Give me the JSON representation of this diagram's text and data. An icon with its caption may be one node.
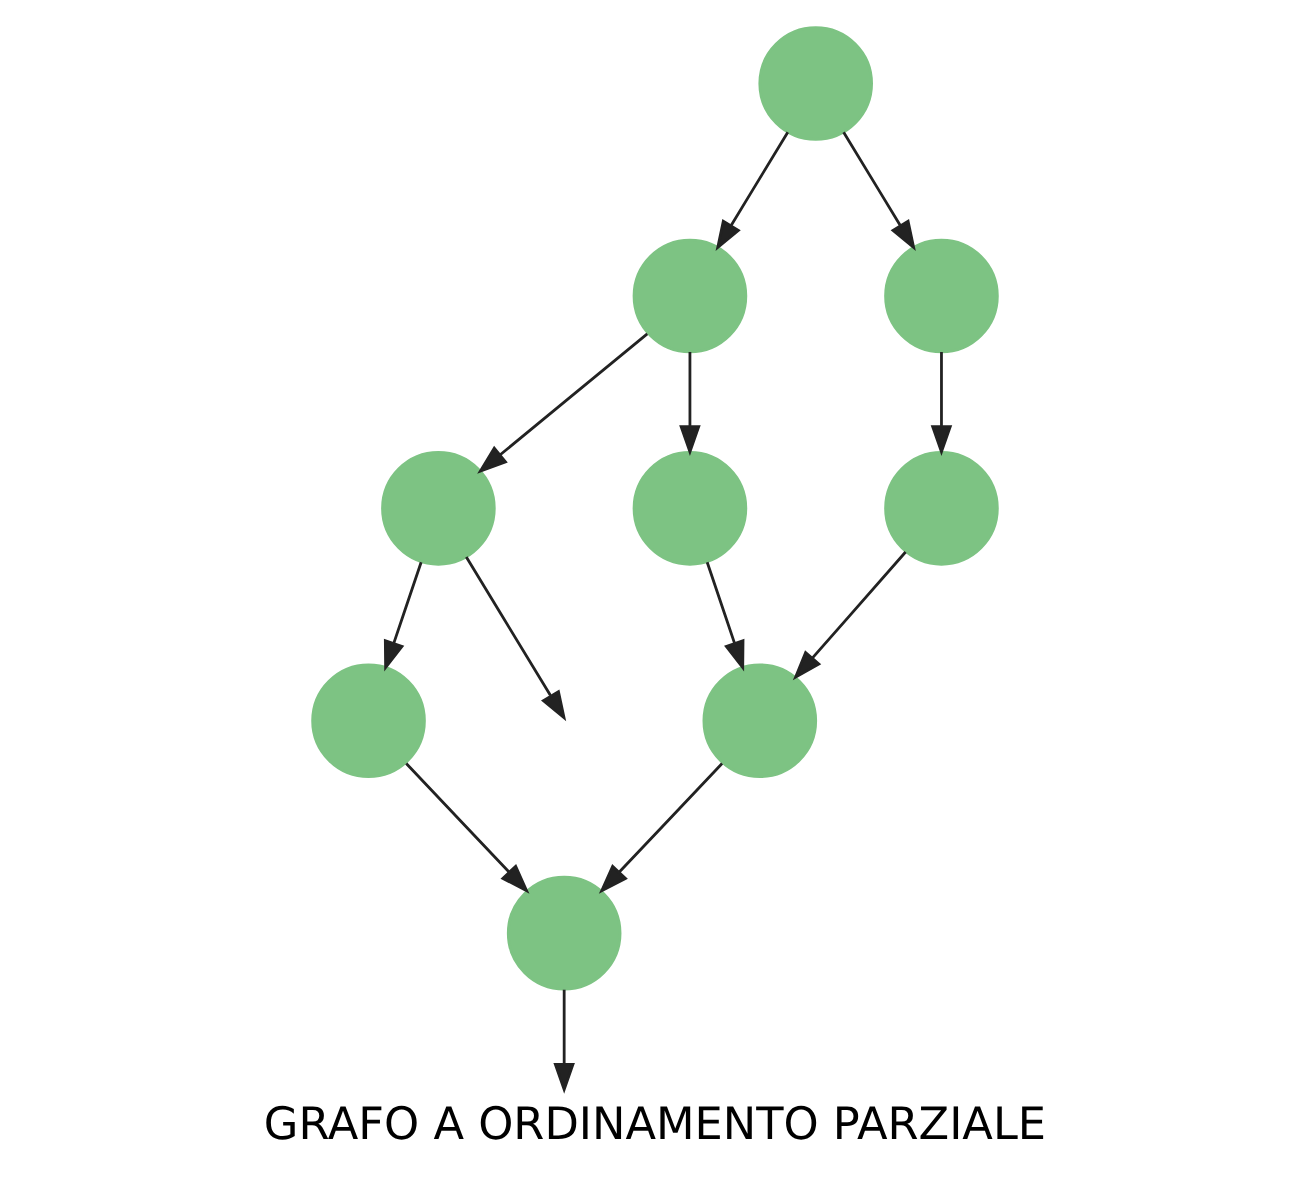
{
  "diagram": {
    "caption": "GRAFO A ORDINAMENTO PARZIALE",
    "nodes": [
      {
        "text": [],
        "shape": "circle"
      },
      {
        "text": [],
        "shape": "circle"
      },
      {
        "text": [],
        "shape": "circle"
      },
      {
        "text": [],
        "shape": "circle"
      },
      {
        "text": [],
        "shape": "circle"
      },
      {
        "text": [],
        "shape": "circle"
      },
      {
        "text": [],
        "shape": "circle"
      },
      {
        "text": [],
        "shape": "circle"
      },
      {
        "text": [],
        "shape": "circle"
      }
    ],
    "edges": [
      {
        "from": 0,
        "to": 2,
        "arrow": "to"
      },
      {
        "from": 0,
        "to": 1,
        "arrow": "to"
      },
      {
        "from": 2,
        "to": 5,
        "arrow": "to"
      },
      {
        "from": 1,
        "to": 4,
        "arrow": "to"
      },
      {
        "from": 1,
        "to": 3,
        "arrow": "to"
      },
      {
        "from": 4,
        "to": 7,
        "arrow": "to"
      },
      {
        "from": 5,
        "to": 7,
        "arrow": "to"
      },
      {
        "from": 3,
        "to": 6,
        "arrow": "to"
      },
      {
        "from": 6,
        "to": 8,
        "arrow": "to"
      },
      {
        "from": 7,
        "to": 8,
        "arrow": "to"
      },
      {
        "from": 3,
        "to": null,
        "arrow": "to"
      },
      {
        "from": 8,
        "to": null,
        "arrow": "to"
      }
    ]
  }
}
